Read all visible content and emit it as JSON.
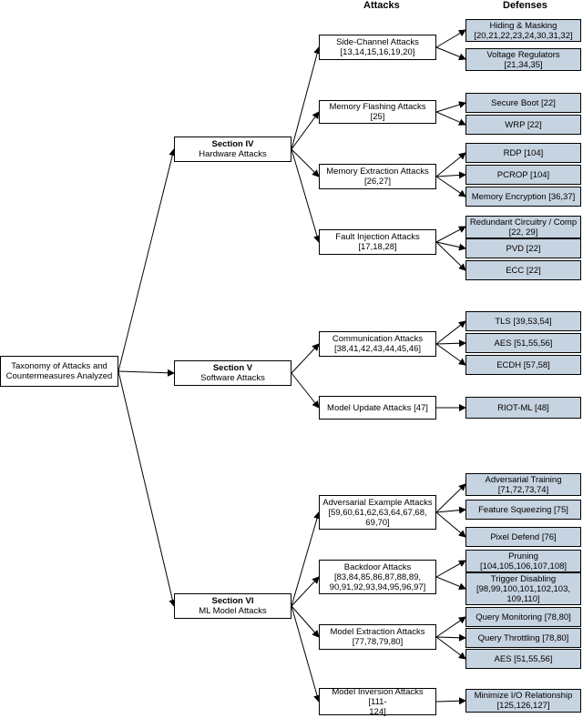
{
  "headers": {
    "attacks": "Attacks",
    "defenses": "Defenses"
  },
  "root": {
    "line1": "Taxonomy of Attacks and",
    "line2": "Countermeasures Analyzed"
  },
  "sections": [
    {
      "title": "Section IV",
      "subtitle": "Hardware Attacks"
    },
    {
      "title": "Section V",
      "subtitle": "Software Attacks"
    },
    {
      "title": "Section VI",
      "subtitle": "ML Model Attacks"
    }
  ],
  "attacks": [
    {
      "line1": "Side-Channel Attacks",
      "line2": "[13,14,15,16,19,20]"
    },
    {
      "line1": "Memory Flashing Attacks [25]",
      "line2": ""
    },
    {
      "line1": "Memory Extraction Attacks",
      "line2": "[26,27]"
    },
    {
      "line1": "Fault Injection Attacks",
      "line2": "[17,18,28]"
    },
    {
      "line1": "Communication Attacks",
      "line2": "[38,41,42,43,44,45,46]"
    },
    {
      "line1": "Model Update Attacks [47]",
      "line2": ""
    },
    {
      "line1": "Adversarial Example Attacks",
      "line2": "[59,60,61,62,63,64,67,68,",
      "line3": "69,70]"
    },
    {
      "line1": "Backdoor Attacks",
      "line2": "[83,84,85,86,87,88,89,",
      "line3": "90,91,92,93,94,95,96,97]"
    },
    {
      "line1": "Model Extraction Attacks",
      "line2": "[77,78,79,80]"
    },
    {
      "line1": "Model Inversion Attacks [111-",
      "line2": "124]"
    }
  ],
  "defenses": [
    {
      "line1": "Hiding & Masking",
      "line2": "[20,21,22,23,24,30,31,32]"
    },
    {
      "line1": "Voltage Regulators",
      "line2": "[21,34,35]"
    },
    {
      "line1": "Secure Boot [22]"
    },
    {
      "line1": "WRP [22]"
    },
    {
      "line1": "RDP [104]"
    },
    {
      "line1": "PCROP [104]"
    },
    {
      "line1": "Memory Encryption [36,37]"
    },
    {
      "line1": "Redundant Circuitry / Comp",
      "line2": "[22, 29]"
    },
    {
      "line1": "PVD [22]"
    },
    {
      "line1": "ECC [22]"
    },
    {
      "line1": "TLS [39,53,54]"
    },
    {
      "line1": "AES [51,55,56]"
    },
    {
      "line1": "ECDH [57,58]"
    },
    {
      "line1": "RIOT-ML [48]"
    },
    {
      "line1": "Adversarial Training",
      "line2": "[71,72,73,74]"
    },
    {
      "line1": "Feature Squeezing [75]"
    },
    {
      "line1": "Pixel Defend [76]"
    },
    {
      "line1": "Pruning",
      "line2": "[104,105,106,107,108]"
    },
    {
      "line1": "Trigger Disabling",
      "line2": "[98,99,100,101,102,103,",
      "line3": "109,110]"
    },
    {
      "line1": "Query Monitoring [78,80]"
    },
    {
      "line1": "Query Throttling [78,80]"
    },
    {
      "line1": "AES [51,55,56]"
    },
    {
      "line1": "Minimize I/O Relationship",
      "line2": "[125,126,127]"
    }
  ]
}
